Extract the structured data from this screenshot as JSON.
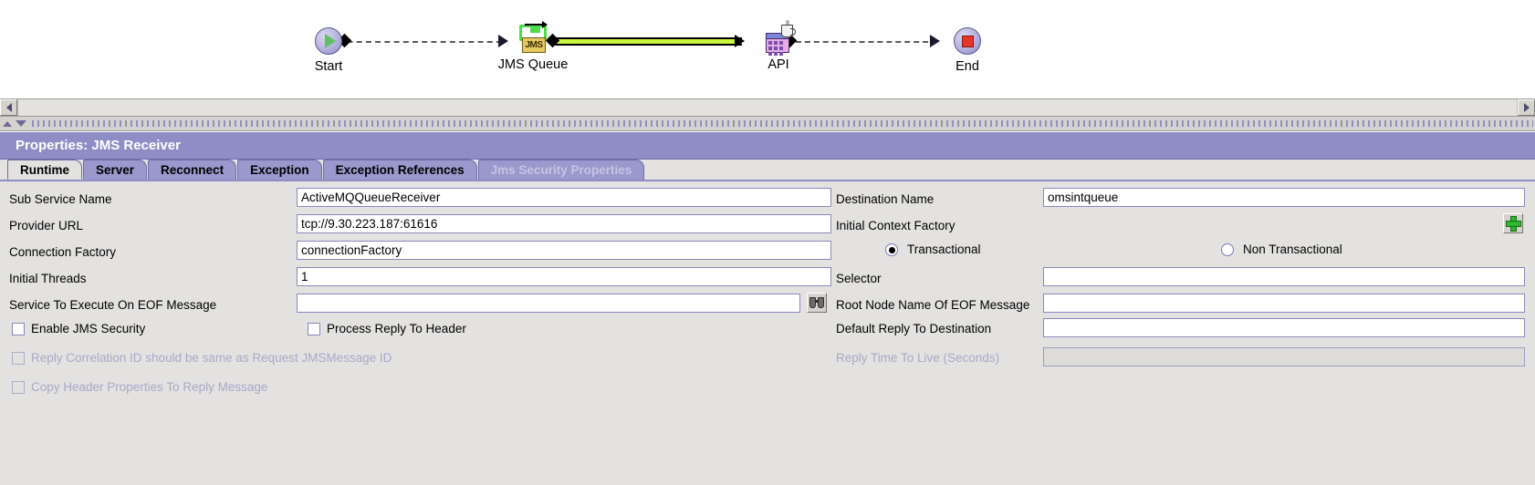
{
  "diagram": {
    "nodes": [
      {
        "id": "start",
        "label": "Start",
        "icon": "start-play-icon"
      },
      {
        "id": "jms-queue",
        "label": "JMS Queue",
        "icon": "jms-queue-icon"
      },
      {
        "id": "api",
        "label": "API",
        "icon": "api-java-icon"
      },
      {
        "id": "end",
        "label": "End",
        "icon": "end-stop-icon"
      }
    ],
    "connectors": [
      {
        "from": "start",
        "to": "jms-queue",
        "style": "dashed"
      },
      {
        "from": "jms-queue",
        "to": "api",
        "style": "solid-highlighted",
        "color": "#c9f53d"
      },
      {
        "from": "api",
        "to": "end",
        "style": "dashed"
      }
    ]
  },
  "scrollbar": {
    "left_arrow": "◀",
    "right_arrow": "▶"
  },
  "panel": {
    "title": "Properties: JMS Receiver",
    "accent_color": "#8f8dc6",
    "tabs": [
      {
        "label": "Runtime",
        "active": true,
        "disabled": false
      },
      {
        "label": "Server",
        "active": false,
        "disabled": false
      },
      {
        "label": "Reconnect",
        "active": false,
        "disabled": false
      },
      {
        "label": "Exception",
        "active": false,
        "disabled": false
      },
      {
        "label": "Exception References",
        "active": false,
        "disabled": false
      },
      {
        "label": "Jms Security Properties",
        "active": false,
        "disabled": true
      }
    ],
    "fields_left": [
      {
        "label": "Sub Service Name",
        "value": "ActiveMQQueueReceiver",
        "disabled": false
      },
      {
        "label": "Provider URL",
        "value": "tcp://9.30.223.187:61616",
        "disabled": false
      },
      {
        "label": "Connection Factory",
        "value": "connectionFactory",
        "disabled": false
      },
      {
        "label": "Initial Threads",
        "value": "1",
        "disabled": false
      },
      {
        "label": "Service To Execute On EOF Message",
        "value": "",
        "disabled": false,
        "browse_button": "browse-binoculars-icon"
      }
    ],
    "fields_right": [
      {
        "label": "Destination Name",
        "value": "omsintqueue",
        "disabled": false
      },
      {
        "label": "Initial Context Factory",
        "value": "",
        "disabled": false,
        "add_button": "add-plus-icon"
      },
      {
        "label": "Selector",
        "value": "",
        "disabled": false
      },
      {
        "label": "Root Node Name Of EOF Message",
        "value": "",
        "disabled": false
      },
      {
        "label": "Default Reply To Destination",
        "value": "",
        "disabled": false
      },
      {
        "label": "Reply Time To Live (Seconds)",
        "value": "",
        "disabled": true
      }
    ],
    "radios": [
      {
        "label": "Transactional",
        "selected": true
      },
      {
        "label": "Non Transactional",
        "selected": false
      }
    ],
    "checkboxes": [
      {
        "label": "Enable JMS Security",
        "checked": false,
        "disabled": false
      },
      {
        "label": "Process Reply To Header",
        "checked": false,
        "disabled": false
      },
      {
        "label": "Reply Correlation ID should be same as Request JMSMessage ID",
        "checked": false,
        "disabled": true
      },
      {
        "label": "Copy Header Properties To Reply Message",
        "checked": false,
        "disabled": true
      }
    ]
  }
}
